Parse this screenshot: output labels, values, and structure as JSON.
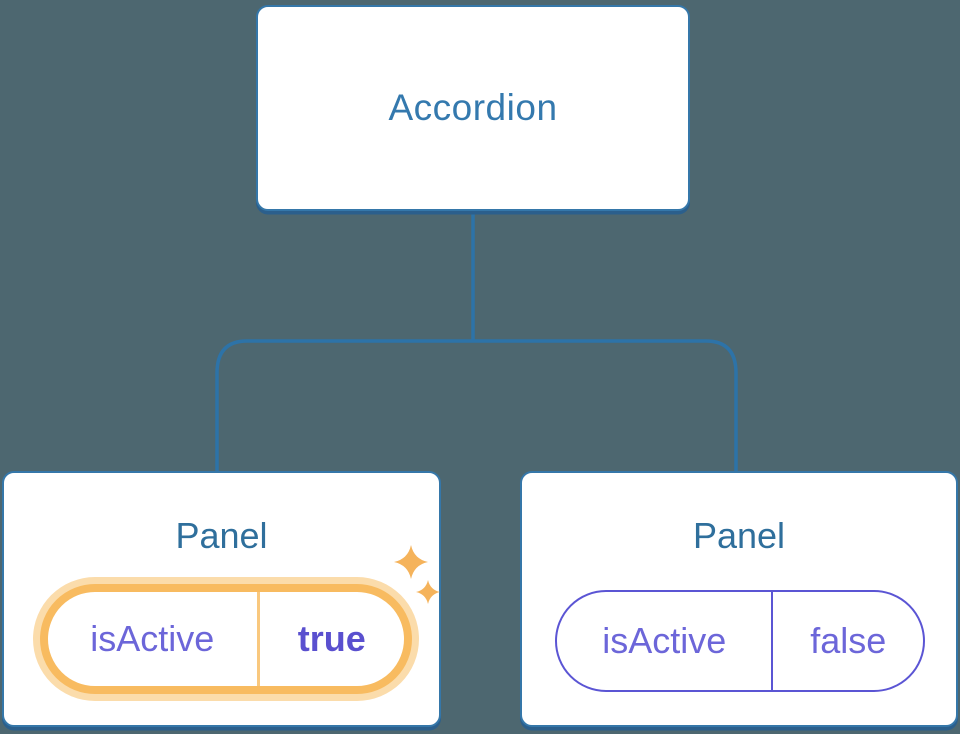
{
  "canvas": {
    "background": "#4D6770"
  },
  "diagram": {
    "root": {
      "label": "Accordion"
    },
    "panels": [
      {
        "title": "Panel",
        "prop": "isActive",
        "value": "true",
        "highlighted": true,
        "decoration": "sparkles-icon"
      },
      {
        "title": "Panel",
        "prop": "isActive",
        "value": "false",
        "highlighted": false,
        "decoration": null
      }
    ]
  },
  "colors": {
    "background": "#4D6770",
    "connector_blue": "#2D73A8",
    "node_border_blue": "#3577A9",
    "node_shadow_blue": "#2B5F8C",
    "accordion_text_blue": "#3479AE",
    "panel_title_blue": "#2F6F9C",
    "state_key_purple": "#6C66D9",
    "state_value_purple": "#5A50CF",
    "inactive_pill_purple": "#5B55D4",
    "highlight_orange": "#F8BB60",
    "highlight_glow_orange": "#FBDCAB",
    "highlight_divider_orange": "#F9C87E",
    "sparkle_orange": "#F5B35B"
  }
}
